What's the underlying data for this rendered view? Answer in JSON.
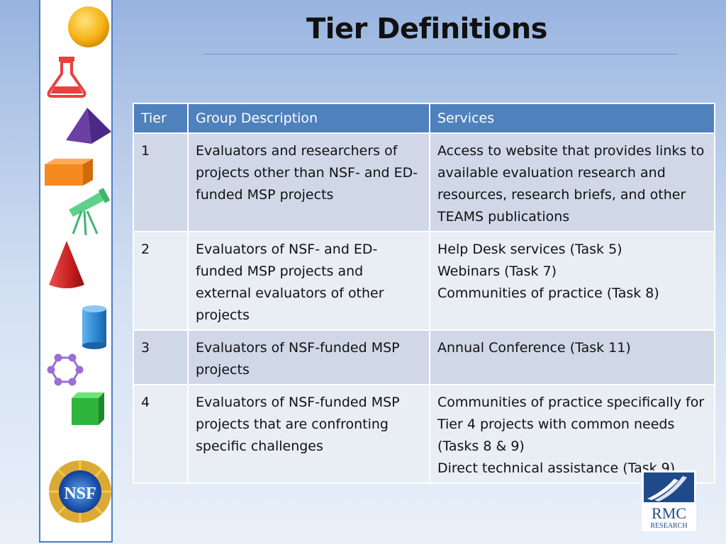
{
  "slide": {
    "title": "Tier Definitions"
  },
  "table": {
    "headers": [
      "Tier",
      "Group Description",
      "Services"
    ],
    "rows": [
      {
        "tier": "1",
        "group": "Evaluators and researchers of projects other than NSF- and ED-funded MSP projects",
        "services": [
          "Access to website that provides links to available evaluation research and resources, research briefs, and other TEAMS publications"
        ]
      },
      {
        "tier": "2",
        "group": "Evaluators of NSF- and ED-funded MSP projects and external evaluators of other projects",
        "services": [
          "Help Desk services (Task 5)",
          "Webinars (Task 7)",
          "Communities of practice (Task 8)"
        ]
      },
      {
        "tier": "3",
        "group": "Evaluators of NSF-funded MSP projects",
        "services": [
          "Annual Conference (Task 11)"
        ]
      },
      {
        "tier": "4",
        "group": "Evaluators of NSF-funded MSP projects that are confronting specific challenges",
        "services": [
          "Communities of practice specifically for Tier 4 projects with common needs (Tasks 8 & 9)",
          "Direct technical assistance (Task 9)"
        ]
      }
    ]
  },
  "logos": {
    "nsf_text": "NSF",
    "rmc_text": "RMC",
    "rmc_subtext": "RESEARCH"
  },
  "icons": [
    "sphere-icon",
    "flask-icon",
    "pyramid-icon",
    "box-icon",
    "telescope-icon",
    "cone-icon",
    "cylinder-icon",
    "hexagon-molecule-icon",
    "cube-icon"
  ],
  "colors": {
    "header_bg": "#4f81bd",
    "row_odd": "#d0d8e8",
    "row_even": "#e9edf4",
    "strip_border": "#4f7cc0"
  }
}
